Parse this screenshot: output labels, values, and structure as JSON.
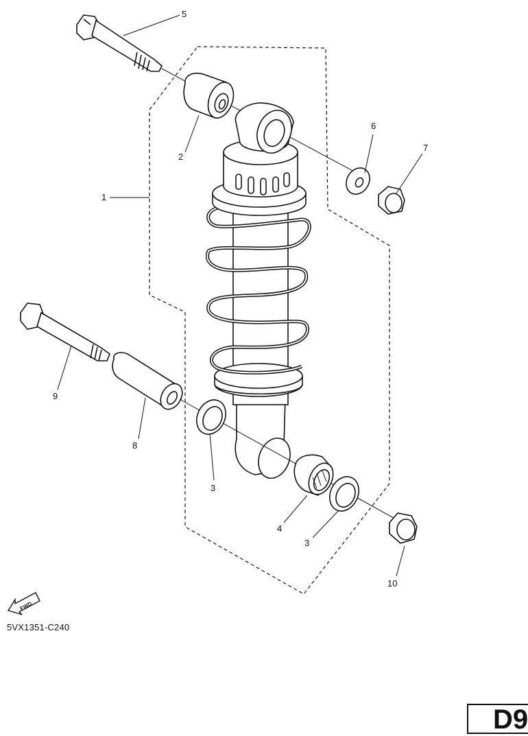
{
  "callouts": {
    "c1": "1",
    "c2": "2",
    "c3a": "3",
    "c3b": "3",
    "c4": "4",
    "c5": "5",
    "c6": "6",
    "c7": "7",
    "c8": "8",
    "c9": "9",
    "c10": "10"
  },
  "fwd_label": "FWD",
  "diagram_ref": "5VX1351-C240",
  "page_code": "D9"
}
